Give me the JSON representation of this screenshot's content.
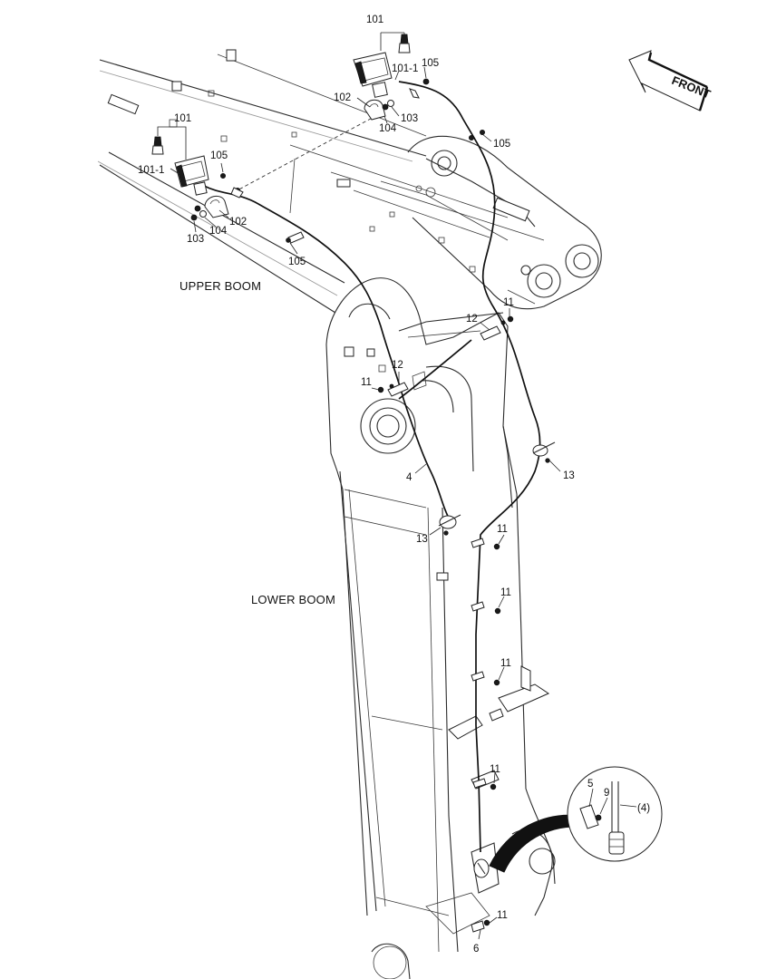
{
  "diagram": {
    "zones": {
      "upper_boom": "UPPER BOOM",
      "lower_boom": "LOWER BOOM"
    },
    "direction_arrow": "FRONT",
    "callouts": {
      "lamp_top": "101",
      "bulb_top": "101-1",
      "screw_top": "105",
      "bracket_top": "102",
      "bolt_top": "103",
      "washer_top": "104",
      "clip_upper_right": "105",
      "lamp_left": "101",
      "bulb_left": "101-1",
      "screw_left": "105",
      "bracket_left": "102",
      "bolt_left": "103",
      "washer_left": "104",
      "clip_left": "105",
      "bolt_right_upper": "11",
      "clamp_right_upper": "12",
      "bolt_left_mid": "11",
      "clamp_left_mid": "12",
      "harness": "4",
      "grommet_right": "13",
      "grommet_left": "13",
      "bolt_lower_1": "11",
      "bolt_lower_2": "11",
      "bolt_lower_3": "11",
      "bolt_lower_4": "11",
      "bolt_bottom": "11",
      "connector_bottom": "6",
      "detail_clip": "5",
      "detail_bolt": "9",
      "detail_harness": "(4)"
    }
  }
}
